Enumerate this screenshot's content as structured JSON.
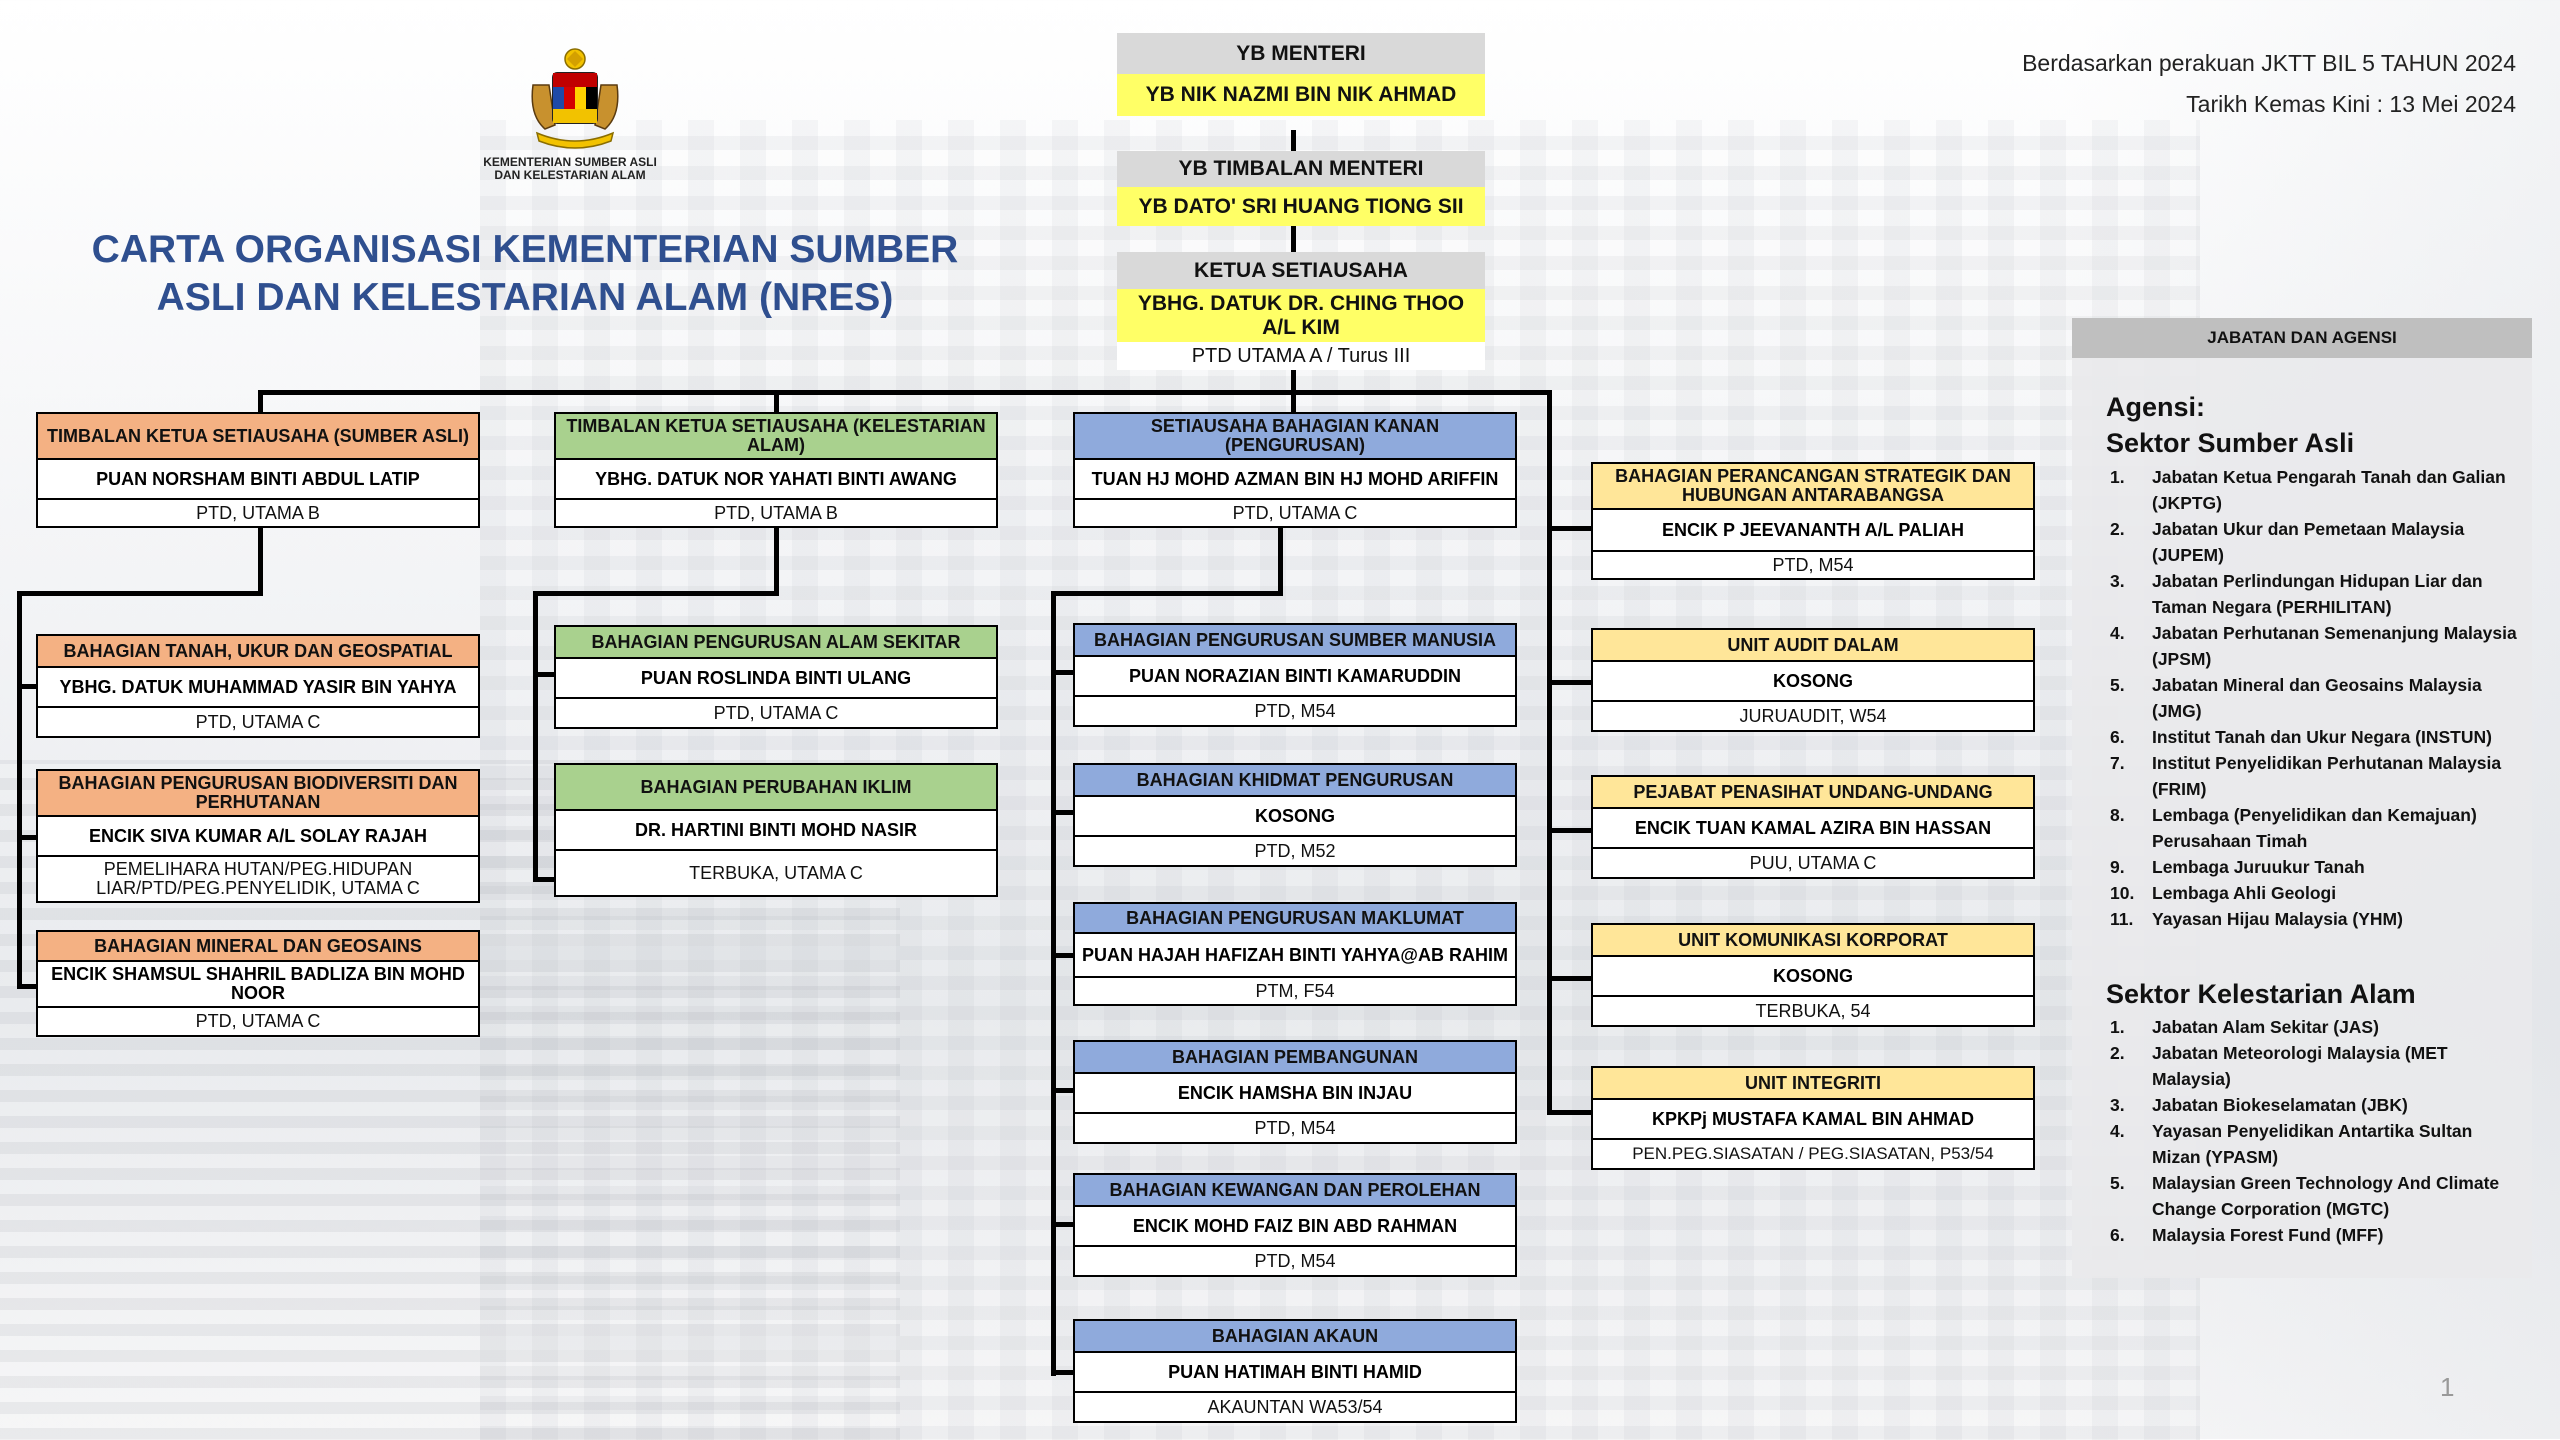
{
  "header": {
    "ministry_logo_text": "KEMENTERIAN SUMBER ASLI DAN KELESTARIAN ALAM",
    "title_line1": "CARTA ORGANISASI KEMENTERIAN SUMBER",
    "title_line2": "ASLI DAN KELESTARIAN ALAM (NRES)",
    "note_line1": "Berdasarkan perakuan JKTT BIL 5 TAHUN 2024",
    "note_line2": "Tarikh Kemas Kini : 13 Mei 2024"
  },
  "top": {
    "menteri": {
      "title": "YB MENTERI",
      "name": "YB NIK NAZMI BIN NIK AHMAD"
    },
    "timbalan": {
      "title": "YB TIMBALAN MENTERI",
      "name": "YB DATO' SRI HUANG TIONG SII"
    },
    "ketua": {
      "title": "KETUA SETIAUSAHA",
      "name": "YBHG. DATUK DR. CHING THOO A/L KIM",
      "grade": "PTD UTAMA A / Turus III"
    }
  },
  "col1": {
    "head": {
      "title": "TIMBALAN KETUA SETIAUSAHA (SUMBER ASLI)",
      "name": "PUAN NORSHAM BINTI ABDUL LATIP",
      "grade": "PTD, UTAMA B"
    },
    "items": [
      {
        "title": "BAHAGIAN TANAH, UKUR DAN GEOSPATIAL",
        "name": "YBHG. DATUK MUHAMMAD YASIR BIN YAHYA",
        "grade": "PTD, UTAMA C"
      },
      {
        "title": "BAHAGIAN PENGURUSAN BIODIVERSITI DAN PERHUTANAN",
        "name": "ENCIK SIVA KUMAR A/L SOLAY RAJAH",
        "grade": "PEMELIHARA HUTAN/PEG.HIDUPAN LIAR/PTD/PEG.PENYELIDIK, UTAMA C"
      },
      {
        "title": "BAHAGIAN MINERAL DAN GEOSAINS",
        "name": "ENCIK SHAMSUL SHAHRIL BADLIZA BIN MOHD NOOR",
        "grade": "PTD, UTAMA C"
      }
    ]
  },
  "col2": {
    "head": {
      "title": "TIMBALAN KETUA SETIAUSAHA (KELESTARIAN ALAM)",
      "name": "YBHG. DATUK NOR YAHATI BINTI AWANG",
      "grade": "PTD, UTAMA B"
    },
    "items": [
      {
        "title": "BAHAGIAN PENGURUSAN ALAM SEKITAR",
        "name": "PUAN ROSLINDA BINTI ULANG",
        "grade": "PTD, UTAMA C"
      },
      {
        "title": "BAHAGIAN PERUBAHAN IKLIM",
        "name": "DR. HARTINI BINTI MOHD NASIR",
        "grade": "TERBUKA, UTAMA C"
      }
    ]
  },
  "col3": {
    "head": {
      "title": "SETIAUSAHA BAHAGIAN KANAN (PENGURUSAN)",
      "name": "TUAN HJ MOHD AZMAN BIN HJ MOHD ARIFFIN",
      "grade": "PTD, UTAMA C"
    },
    "items": [
      {
        "title": "BAHAGIAN PENGURUSAN SUMBER MANUSIA",
        "name": "PUAN NORAZIAN BINTI KAMARUDDIN",
        "grade": "PTD, M54"
      },
      {
        "title": "BAHAGIAN KHIDMAT PENGURUSAN",
        "name": "KOSONG",
        "grade": "PTD, M52"
      },
      {
        "title": "BAHAGIAN PENGURUSAN MAKLUMAT",
        "name": "PUAN HAJAH HAFIZAH BINTI YAHYA@AB RAHIM",
        "grade": "PTM, F54"
      },
      {
        "title": "BAHAGIAN PEMBANGUNAN",
        "name": "ENCIK HAMSHA BIN INJAU",
        "grade": "PTD, M54"
      },
      {
        "title": "BAHAGIAN KEWANGAN DAN PEROLEHAN",
        "name": "ENCIK MOHD FAIZ BIN ABD RAHMAN",
        "grade": "PTD, M54"
      },
      {
        "title": "BAHAGIAN AKAUN",
        "name": "PUAN HATIMAH BINTI HAMID",
        "grade": "AKAUNTAN WA53/54"
      }
    ]
  },
  "col4": {
    "items": [
      {
        "title": "BAHAGIAN PERANCANGAN STRATEGIK DAN HUBUNGAN ANTARABANGSA",
        "name": "ENCIK P JEEVANANTH A/L PALIAH",
        "grade": "PTD, M54"
      },
      {
        "title": "UNIT AUDIT DALAM",
        "name": "KOSONG",
        "grade": "JURUAUDIT, W54"
      },
      {
        "title": "PEJABAT PENASIHAT UNDANG-UNDANG",
        "name": "ENCIK TUAN KAMAL AZIRA BIN HASSAN",
        "grade": "PUU, UTAMA C"
      },
      {
        "title": "UNIT KOMUNIKASI KORPORAT",
        "name": "KOSONG",
        "grade": "TERBUKA, 54"
      },
      {
        "title": "UNIT INTEGRITI",
        "name": "KPKPj MUSTAFA KAMAL BIN AHMAD",
        "grade": "PEN.PEG.SIASATAN / PEG.SIASATAN, P53/54"
      }
    ]
  },
  "panel": {
    "header": "JABATAN DAN AGENSI",
    "agensi_label": "Agensi:",
    "sumber_label": "Sektor Sumber Asli",
    "sumber_items": [
      {
        "num": "1.",
        "text": "Jabatan Ketua Pengarah Tanah dan Galian (JKPTG)"
      },
      {
        "num": "2.",
        "text": "Jabatan Ukur dan Pemetaan Malaysia (JUPEM)"
      },
      {
        "num": "3.",
        "text": "Jabatan Perlindungan Hidupan Liar dan Taman Negara (PERHILITAN)"
      },
      {
        "num": "4.",
        "text": "Jabatan Perhutanan Semenanjung Malaysia (JPSM)"
      },
      {
        "num": "5.",
        "text": "Jabatan Mineral dan Geosains Malaysia (JMG)"
      },
      {
        "num": "6.",
        "text": "Institut Tanah dan Ukur Negara (INSTUN)"
      },
      {
        "num": "7.",
        "text": "Institut Penyelidikan Perhutanan Malaysia (FRIM)"
      },
      {
        "num": "8.",
        "text": "Lembaga (Penyelidikan dan Kemajuan) Perusahaan Timah"
      },
      {
        "num": "9.",
        "text": "Lembaga Juruukur Tanah"
      },
      {
        "num": "10.",
        "text": "Lembaga Ahli Geologi"
      },
      {
        "num": "11.",
        "text": "Yayasan Hijau Malaysia (YHM)"
      }
    ],
    "kelestarian_label": "Sektor Kelestarian Alam",
    "kelestarian_items": [
      {
        "num": "1.",
        "text": "Jabatan Alam Sekitar (JAS)"
      },
      {
        "num": "2.",
        "text": "Jabatan Meteorologi Malaysia (MET Malaysia)"
      },
      {
        "num": "3.",
        "text": "Jabatan Biokeselamatan (JBK)"
      },
      {
        "num": "4.",
        "text": "Yayasan Penyelidikan Antartika Sultan Mizan (YPASM)"
      },
      {
        "num": "5.",
        "text": "Malaysian Green Technology And Climate Change Corporation (MGTC)"
      },
      {
        "num": "6.",
        "text": "Malaysia Forest Fund (MFF)"
      }
    ]
  },
  "page_number": "1"
}
